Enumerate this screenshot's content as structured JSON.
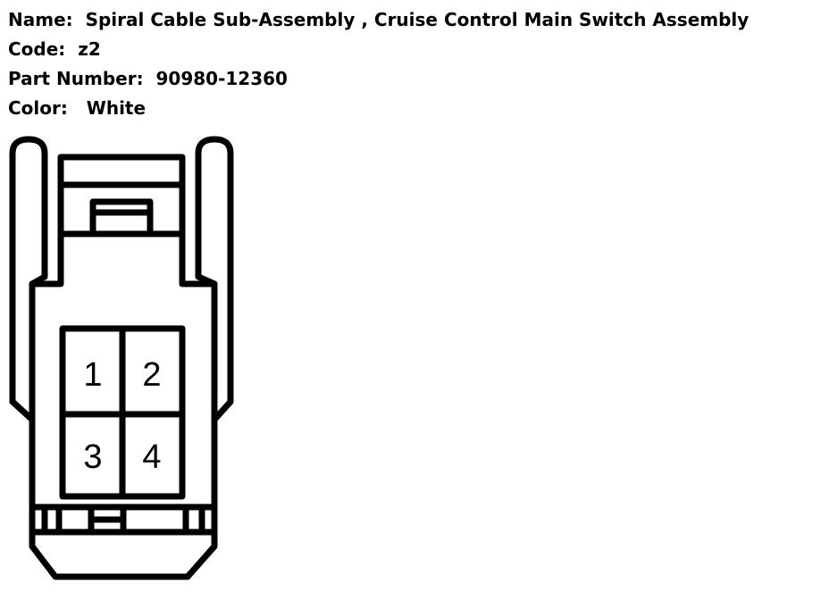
{
  "info": {
    "name_label": "Name:",
    "name_value": "Spiral Cable Sub-Assembly , Cruise Control Main Switch Assembly",
    "code_label": "Code:",
    "code_value": "z2",
    "part_label": "Part Number:",
    "part_value": "90980-12360",
    "color_label": "Color:",
    "color_value": "White"
  },
  "pins": [
    "1",
    "2",
    "3",
    "4"
  ]
}
